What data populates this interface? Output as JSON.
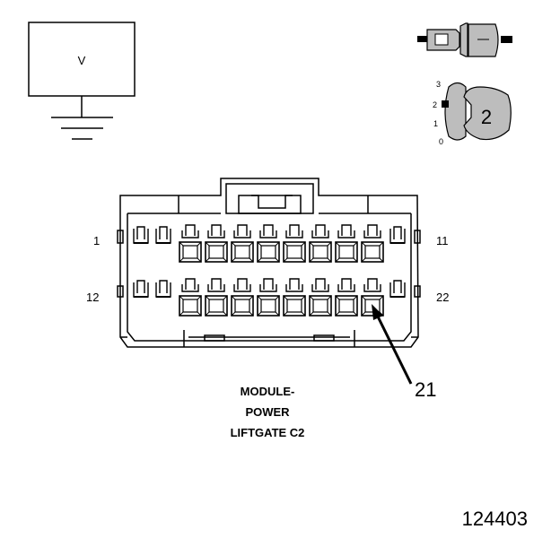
{
  "meter": {
    "label": "V"
  },
  "key_switch": {
    "positions": [
      "3",
      "2",
      "1",
      "0"
    ],
    "key_number": "2"
  },
  "connector": {
    "pin_labels": {
      "top_left": "1",
      "top_right": "11",
      "bottom_left": "12",
      "bottom_right": "22"
    },
    "callout": "21",
    "name_lines": [
      "MODULE-",
      "POWER",
      "LIFTGATE C2"
    ]
  },
  "figure_number": "124403",
  "icons": {
    "meter": "voltmeter-ground-icon",
    "probe": "test-probe-icon",
    "ignition": "ignition-key-icon"
  }
}
